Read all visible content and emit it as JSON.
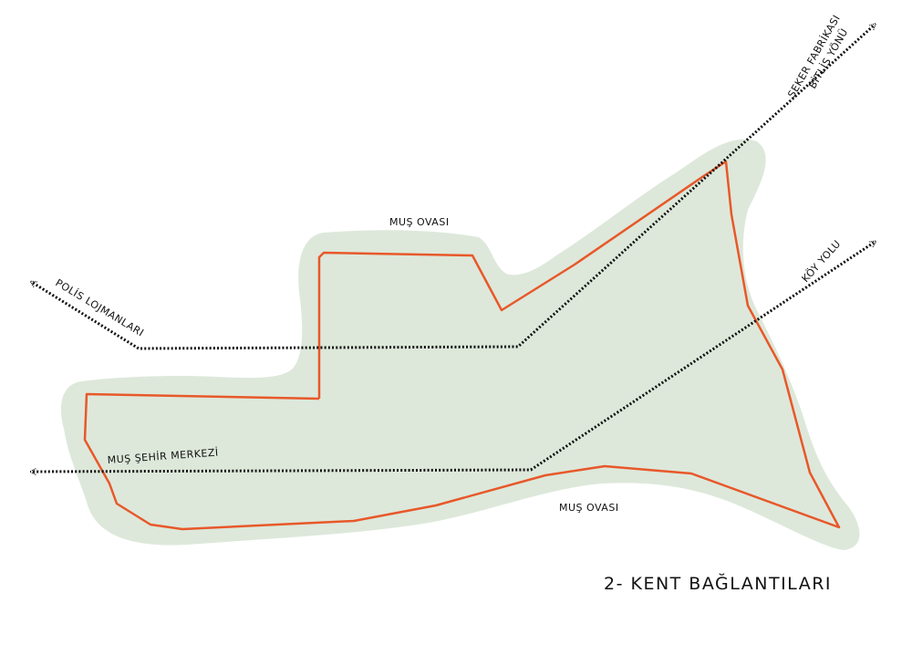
{
  "title": "2- KENT BAĞLANTILARI",
  "labels": {
    "mus_ovasi_top": "MUŞ OVASI",
    "mus_ovasi_bottom": "MUŞ OVASI",
    "polis_lojmanlari": "POLİS LOJMANLARI",
    "seker_fabrikasi": "ŞEKER FABRİKASI",
    "bitlis_yonu": "BİTLİS YÖNÜ",
    "koy_yolu": "KÖY YOLU",
    "mus_sehir_merkezi": "MUŞ ŞEHİR MERKEZİ"
  },
  "colors": {
    "background": "#ffffff",
    "buffer_zone": "#dde8da",
    "boundary": "#e8582a",
    "route": "#111111",
    "text": "#111111"
  }
}
